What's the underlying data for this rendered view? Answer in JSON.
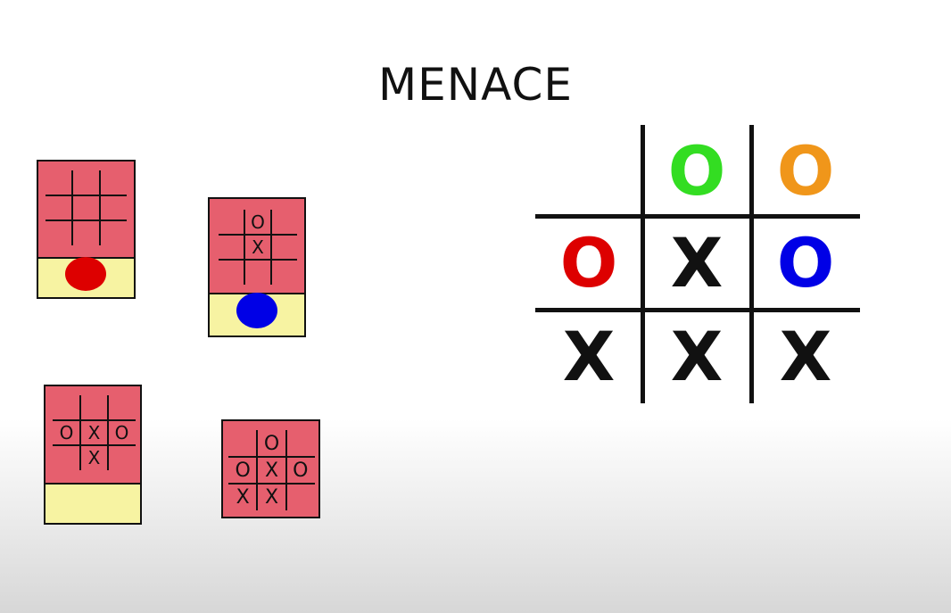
{
  "title": "MENACE",
  "matchboxes": [
    {
      "id": "box1",
      "cells": [
        "",
        "",
        "",
        "",
        "",
        "",
        "",
        "",
        ""
      ],
      "drawer": true,
      "bead_color": "#dd0000"
    },
    {
      "id": "box2",
      "cells": [
        "",
        "O",
        "",
        "",
        "X",
        "",
        "",
        "",
        ""
      ],
      "drawer": true,
      "bead_color": "#0000e6"
    },
    {
      "id": "box3",
      "cells": [
        "",
        "",
        "",
        "O",
        "X",
        "O",
        "",
        "X",
        ""
      ],
      "drawer": true,
      "bead_color": null
    },
    {
      "id": "box4",
      "cells": [
        "",
        "O",
        "",
        "O",
        "X",
        "O",
        "X",
        "X",
        ""
      ],
      "drawer": false,
      "bead_color": null
    }
  ],
  "board": {
    "cells": [
      {
        "mark": "",
        "color": "#111111"
      },
      {
        "mark": "O",
        "color": "#33dd22"
      },
      {
        "mark": "O",
        "color": "#f0961a"
      },
      {
        "mark": "O",
        "color": "#dd0000"
      },
      {
        "mark": "X",
        "color": "#111111"
      },
      {
        "mark": "O",
        "color": "#0000e6"
      },
      {
        "mark": "X",
        "color": "#111111"
      },
      {
        "mark": "X",
        "color": "#111111"
      },
      {
        "mark": "X",
        "color": "#111111"
      }
    ]
  },
  "colors": {
    "box_fill": "#e65f6e",
    "drawer_fill": "#f7f3a2"
  }
}
